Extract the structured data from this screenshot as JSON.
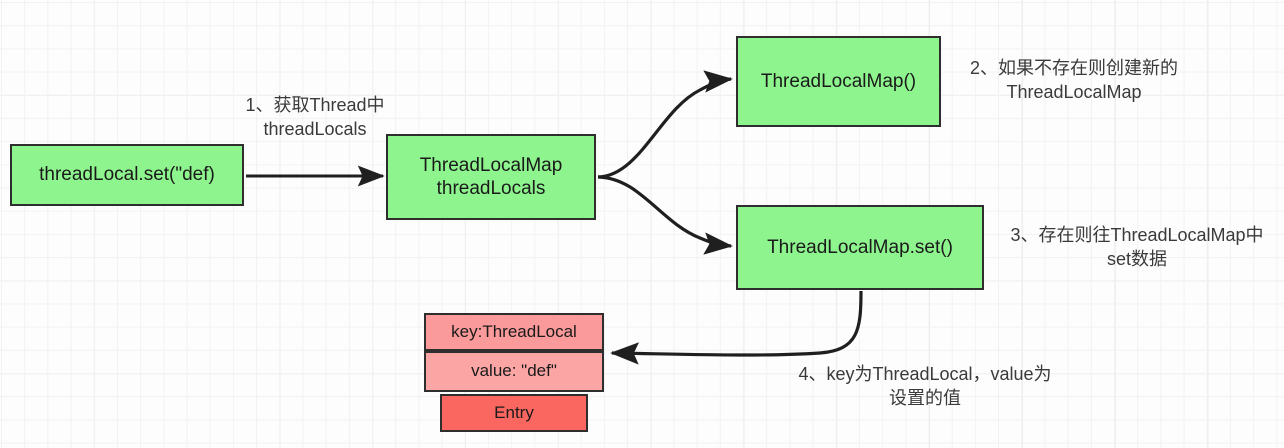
{
  "diagram": {
    "title": "ThreadLocal set flow",
    "colors": {
      "node_green": "#8ef58e",
      "node_pink": "#fb9a9a",
      "node_pink_light": "#fba5a5",
      "node_red": "#fa6660",
      "border": "#2e2e2e",
      "arrow": "#1f1f1f",
      "grid_minor": "#f2f2f2",
      "grid_major": "#e6e6e6",
      "background": "#fdfdfd"
    },
    "nodes": {
      "threadlocal_set": "threadLocal.set(\"def)",
      "threadlocals": "ThreadLocalMap\nthreadLocals",
      "threadlocalmap_new": "ThreadLocalMap()",
      "threadlocalmap_set": "ThreadLocalMap.set()",
      "entry_key": "key:ThreadLocal",
      "entry_value": "value: \"def\"",
      "entry_label": "Entry"
    },
    "annotations": {
      "step1": "1、获取Thread中\nthreadLocals",
      "step2": "2、如果不存在则创建新的\nThreadLocalMap",
      "step3": "3、存在则往ThreadLocalMap中\nset数据",
      "step4": "4、key为ThreadLocal，value为\n设置的值"
    }
  }
}
